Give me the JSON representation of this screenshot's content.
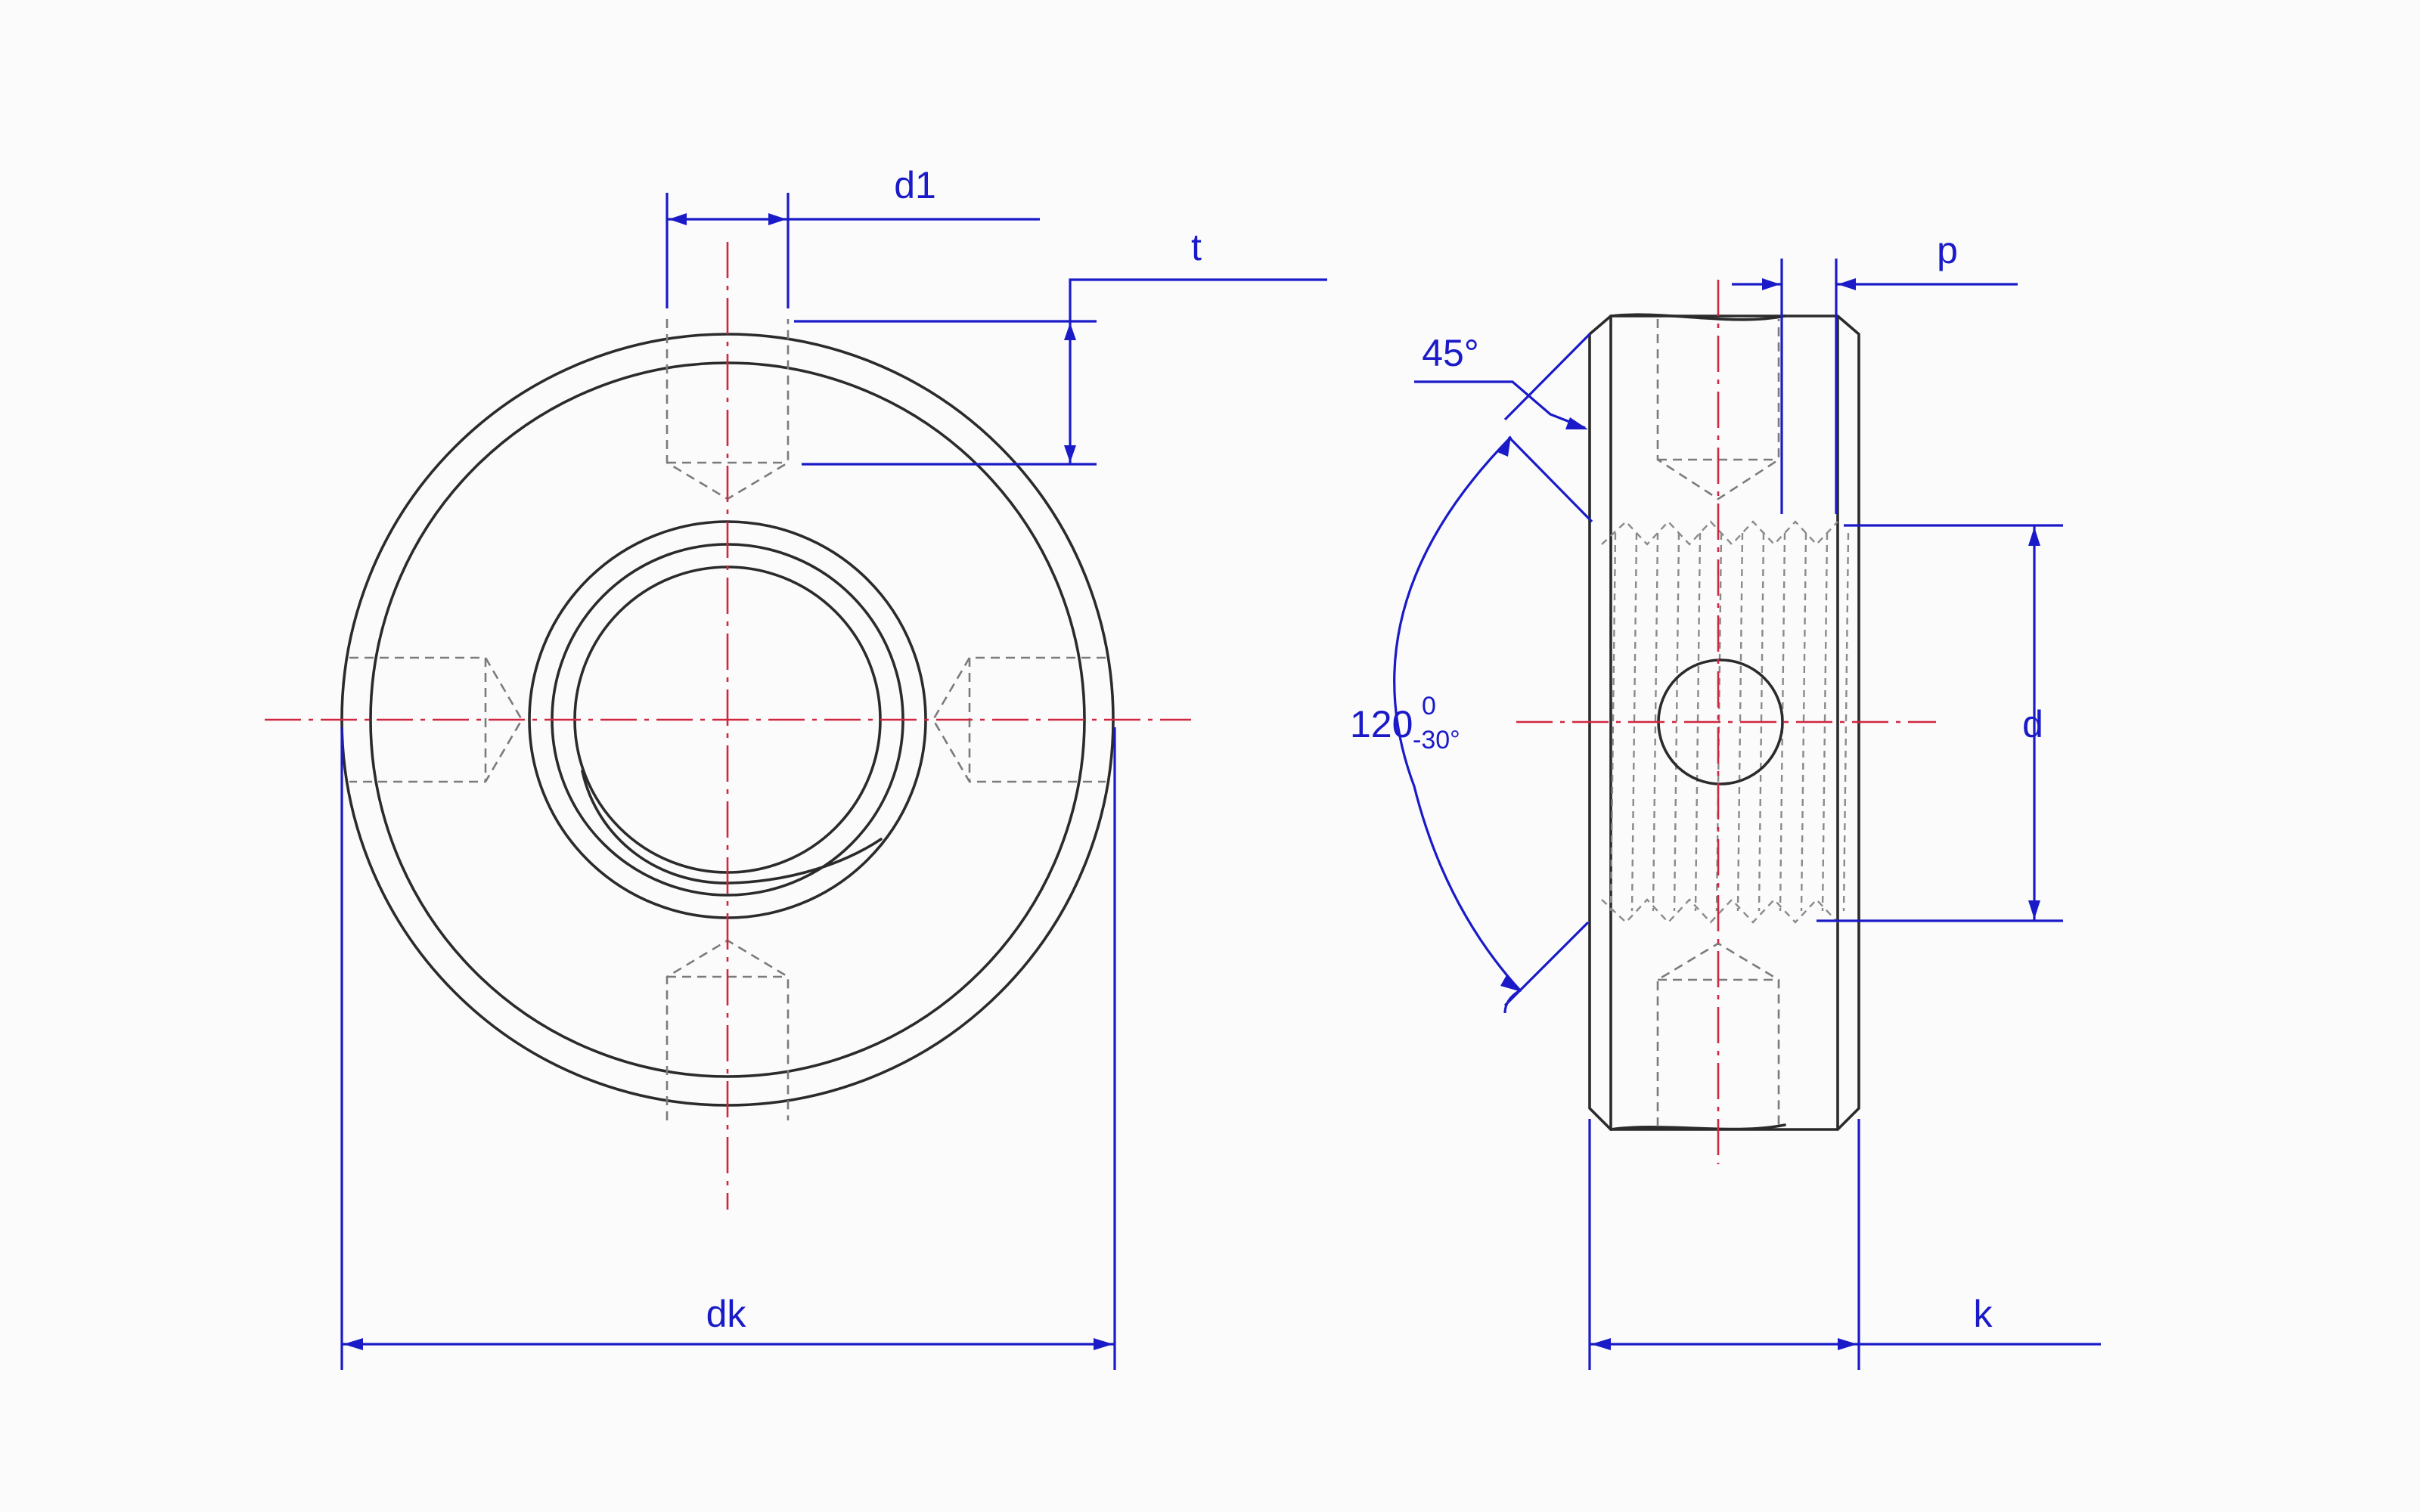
{
  "labels": {
    "d1": "d1",
    "t": "t",
    "dk": "dk",
    "p": "p",
    "angle_45": "45°",
    "angle_120": "120",
    "tol_upper": "0",
    "tol_lower": "-30°",
    "d": "d",
    "k": "k"
  },
  "colors": {
    "outline": "#2b2b2b",
    "hidden_line": "#7b7b7b",
    "center_line": "#d0263f",
    "dimension": "#1a1ac8",
    "background": "#fbfbfb"
  }
}
